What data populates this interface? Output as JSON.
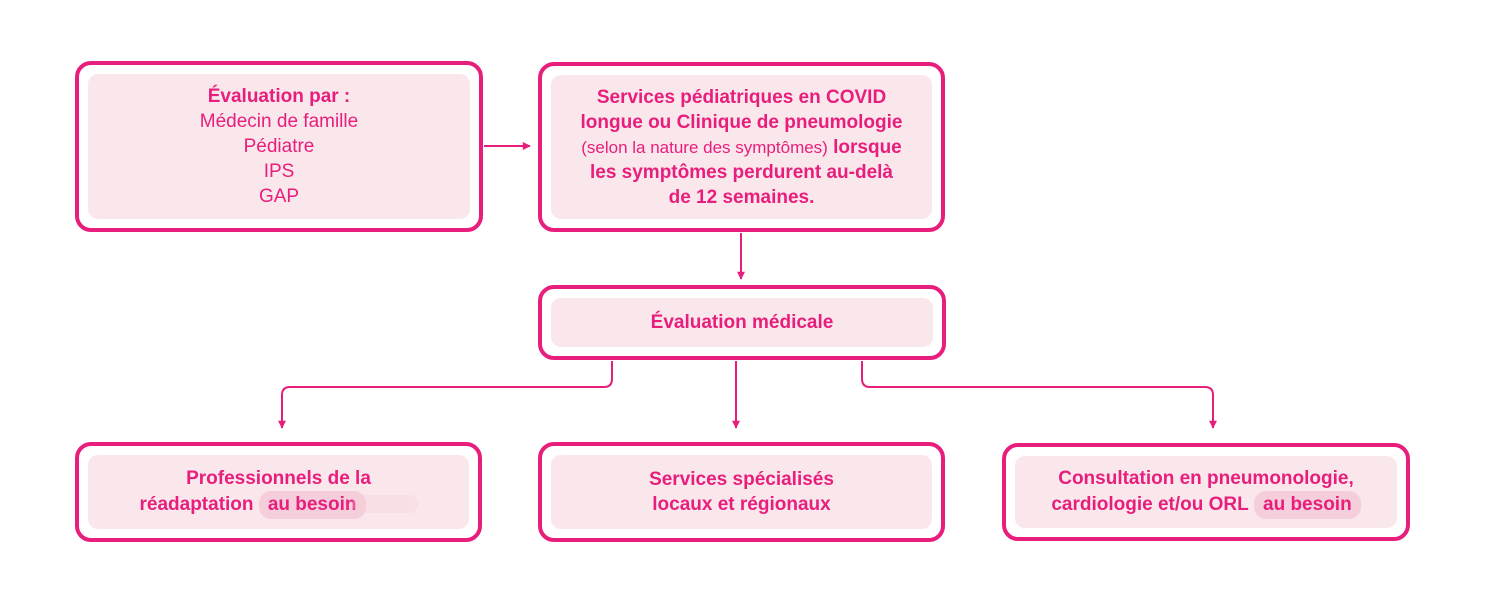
{
  "colors": {
    "accent": "#E81E7C",
    "box_fill": "#F9E7EB",
    "highlight": "#F5CEDB",
    "background": "#FFFFFF"
  },
  "nodes": {
    "evaluation_par": {
      "title": "Évaluation par :",
      "items": [
        "Médecin de famille",
        "Pédiatre",
        "IPS",
        "GAP"
      ]
    },
    "services_pediatriques": {
      "line1": "Services pédiatriques en COVID",
      "line2": "longue ou Clinique de pneumologie",
      "line3_regular": "(selon la nature des symptômes)",
      "line3_bold": "lorsque",
      "line4": "les symptômes perdurent au-delà",
      "line5": "de 12 semaines."
    },
    "evaluation_medicale": {
      "label": "Évaluation médicale"
    },
    "professionnels": {
      "line1": "Professionnels de la",
      "line2_text": "réadaptation",
      "line2_highlight": "au besoin"
    },
    "services_specialises": {
      "line1": "Services spécialisés",
      "line2": "locaux et régionaux"
    },
    "consultation": {
      "line1": "Consultation en pneumonologie,",
      "line2_text": "cardiologie et/ou ORL",
      "line2_highlight": "au besoin"
    }
  },
  "edges": [
    {
      "from": "evaluation_par",
      "to": "services_pediatriques"
    },
    {
      "from": "services_pediatriques",
      "to": "evaluation_medicale"
    },
    {
      "from": "evaluation_medicale",
      "to": "professionnels"
    },
    {
      "from": "evaluation_medicale",
      "to": "services_specialises"
    },
    {
      "from": "evaluation_medicale",
      "to": "consultation"
    }
  ]
}
